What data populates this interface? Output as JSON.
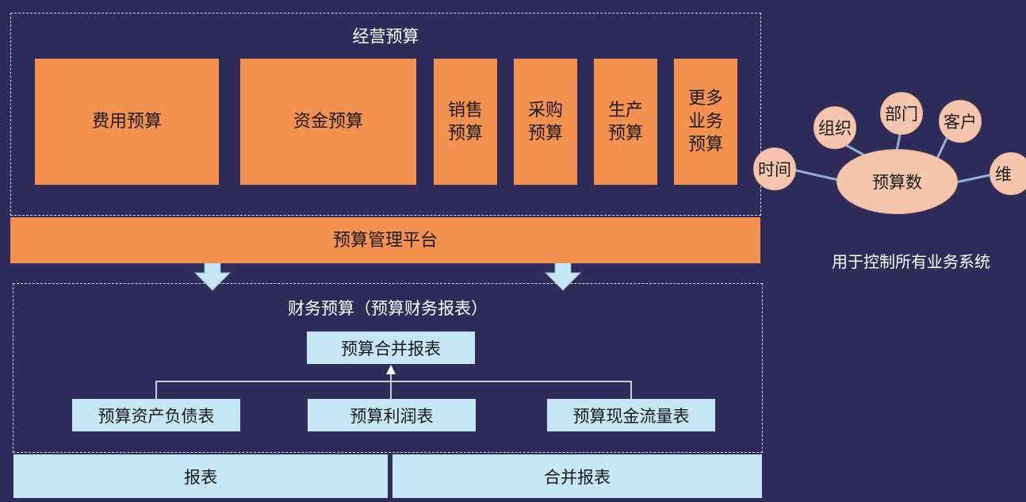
{
  "operating": {
    "title": "经营预算",
    "blocks": [
      "费用预算",
      "资金预算",
      "销售\n预算",
      "采购\n预算",
      "生产\n预算",
      "更多\n业务\n预算"
    ]
  },
  "platform": {
    "label": "预算管理平台"
  },
  "financial": {
    "title": "财务预算（预算财务报表）",
    "consolidated": "预算合并报表",
    "statements": [
      "预算资产负债表",
      "预算利润表",
      "预算现金流量表"
    ]
  },
  "bottom": {
    "reports": "报表",
    "consolidated_reports": "合并报表"
  },
  "dimensions": {
    "center": "预算数",
    "items": [
      "时间",
      "组织",
      "部门",
      "客户",
      "维"
    ],
    "caption": "用于控制所有业务系统"
  },
  "colors": {
    "background": "#2f2c5a",
    "orange": "#f29150",
    "light_blue": "#c5e6f5",
    "bubble": "#f5c5ad"
  }
}
